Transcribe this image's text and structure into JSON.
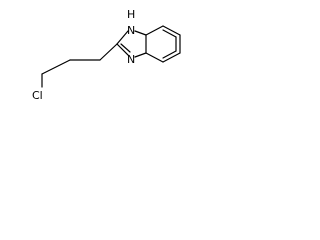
{
  "molecule": {
    "atom_labels": {
      "nh": "H",
      "n_top": "N",
      "n_bottom": "N",
      "chlorine": "Cl"
    }
  }
}
